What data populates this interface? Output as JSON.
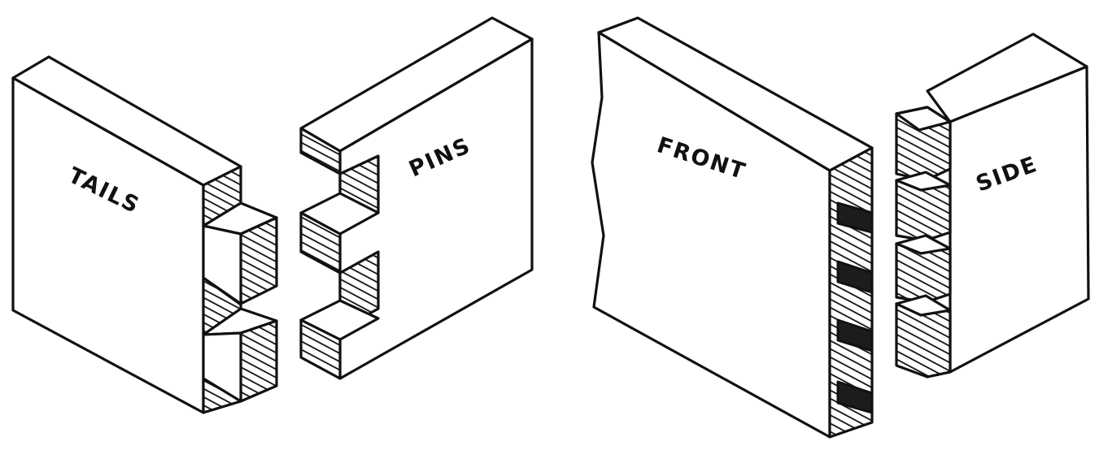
{
  "labels": {
    "tails": "TAILS",
    "pins": "PINS",
    "front": "FRONT",
    "side": "SIDE"
  },
  "colors": {
    "ink": "#111111",
    "paper": "#ffffff"
  }
}
